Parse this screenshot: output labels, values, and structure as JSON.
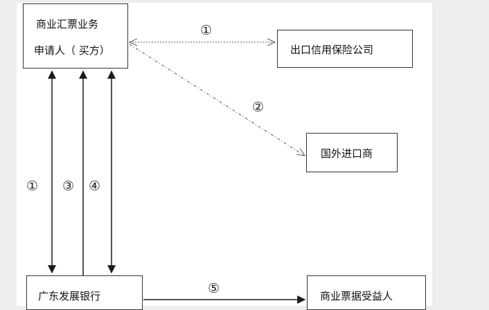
{
  "nodes": {
    "applicant_line1": "商业汇票业务",
    "applicant_line2": "申请人（ 买方）",
    "insurer": "出口信用保险公司",
    "importer": "国外进口商",
    "bank": "广东发展银行",
    "beneficiary": "商业票据受益人"
  },
  "labels": {
    "top_arrow": "①",
    "diag_arrow": "②",
    "left_1": "①",
    "left_3": "③",
    "left_4": "④",
    "bottom_arrow": "⑤"
  },
  "colors": {
    "line": "#1a1a1a",
    "dotted": "#555555",
    "canvas_bg": "#ffffff",
    "page_bg": "#ededed"
  }
}
